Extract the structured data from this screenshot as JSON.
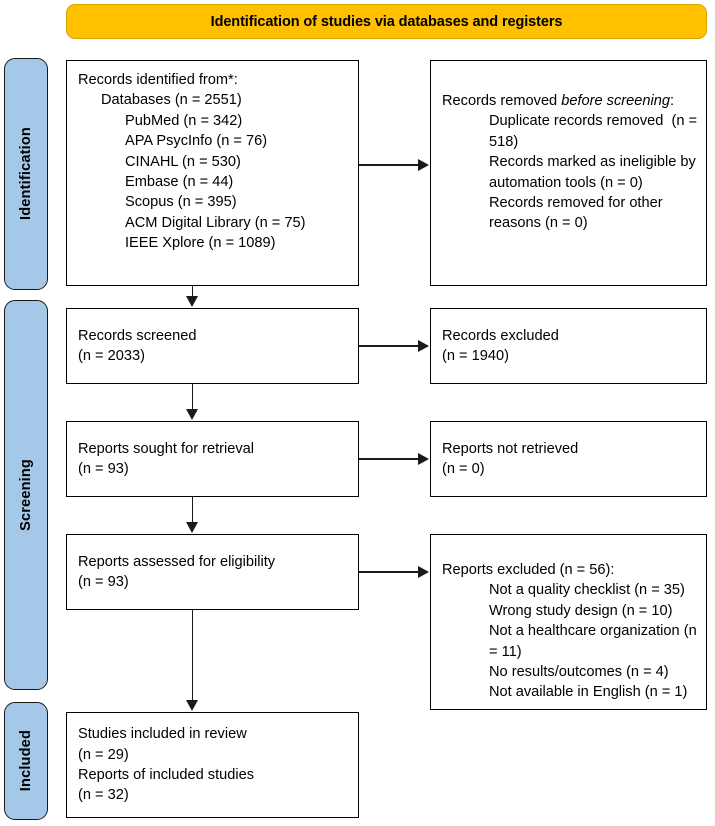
{
  "diagram": {
    "type": "prisma-flow-diagram",
    "title": "Identification of studies via databases and registers",
    "colors": {
      "banner": "#FFC000",
      "stage_label": "#A5C8E8",
      "box_border": "#000000",
      "connector": "#1A1A1A",
      "background": "#FFFFFF"
    }
  },
  "banner": {
    "label": "Identification of studies via databases and registers"
  },
  "stages": [
    {
      "key": "identification",
      "label": "Identification"
    },
    {
      "key": "screening",
      "label": "Screening"
    },
    {
      "key": "included",
      "label": "Included"
    }
  ],
  "boxes": {
    "identified": {
      "name": "records-identified",
      "lines": [
        {
          "text": "Records identified from*:",
          "indent": 0
        },
        {
          "text": "Databases (n = 2551)",
          "indent": 1
        },
        {
          "text": "PubMed (n = 342)",
          "indent": 2
        },
        {
          "text": "APA PsycInfo (n = 76)",
          "indent": 2
        },
        {
          "text": "CINAHL (n = 530)",
          "indent": 2
        },
        {
          "text": "Embase (n = 44)",
          "indent": 2
        },
        {
          "text": "Scopus (n = 395)",
          "indent": 2
        },
        {
          "text": "ACM Digital Library (n = 75)",
          "indent": 2
        },
        {
          "text": "IEEE Xplore (n = 1089)",
          "indent": 2
        }
      ]
    },
    "removed_before_screening": {
      "name": "records-removed-before-screening",
      "heading_plain": "Records removed ",
      "heading_italic": "before screening",
      "heading_tail": ":",
      "lines": [
        {
          "text": "Duplicate records removed  (n = 518)",
          "indent": 1
        },
        {
          "text": "Records marked as ineligible by automation tools (n = 0)",
          "indent": 1
        },
        {
          "text": "Records removed for other reasons (n = 0)",
          "indent": 1
        }
      ]
    },
    "screened": {
      "name": "records-screened",
      "lines": [
        {
          "text": "Records screened",
          "indent": 0
        },
        {
          "text": "(n = 2033)",
          "indent": 0
        }
      ]
    },
    "excluded_screened": {
      "name": "records-excluded",
      "lines": [
        {
          "text": "Records excluded",
          "indent": 0
        },
        {
          "text": "(n = 1940)",
          "indent": 0
        }
      ]
    },
    "sought": {
      "name": "reports-sought-for-retrieval",
      "lines": [
        {
          "text": "Reports sought for retrieval",
          "indent": 0
        },
        {
          "text": "(n = 93)",
          "indent": 0
        }
      ]
    },
    "not_retrieved": {
      "name": "reports-not-retrieved",
      "lines": [
        {
          "text": "Reports not retrieved",
          "indent": 0
        },
        {
          "text": "(n = 0)",
          "indent": 0
        }
      ]
    },
    "assessed": {
      "name": "reports-assessed-for-eligibility",
      "lines": [
        {
          "text": "Reports assessed for eligibility",
          "indent": 0
        },
        {
          "text": "(n = 93)",
          "indent": 0
        }
      ]
    },
    "excluded_eligibility": {
      "name": "reports-excluded",
      "lines": [
        {
          "text": "Reports excluded (n = 56):",
          "indent": 0
        },
        {
          "text": "Not a quality checklist (n = 35)",
          "indent": 1
        },
        {
          "text": "Wrong study design (n = 10)",
          "indent": 1
        },
        {
          "text": "Not a healthcare organization (n = 11)",
          "indent": 1
        },
        {
          "text": "No results/outcomes (n = 4)",
          "indent": 1
        },
        {
          "text": "Not available in English (n = 1)",
          "indent": 1
        }
      ]
    },
    "included": {
      "name": "studies-included-in-review",
      "lines": [
        {
          "text": "Studies included in review",
          "indent": 0
        },
        {
          "text": "(n = 29)",
          "indent": 0
        },
        {
          "text": "Reports of included studies",
          "indent": 0
        },
        {
          "text": "(n = 32)",
          "indent": 0
        }
      ]
    }
  },
  "counts": {
    "databases_total": 2551,
    "pubmed": 342,
    "apa_psycinfo": 76,
    "cinahl": 530,
    "embase": 44,
    "scopus": 395,
    "acm_digital_library": 75,
    "ieee_xplore": 1089,
    "duplicates_removed": 518,
    "ineligible_automation": 0,
    "removed_other": 0,
    "records_screened": 2033,
    "records_excluded": 1940,
    "reports_sought": 93,
    "reports_not_retrieved": 0,
    "reports_assessed": 93,
    "reports_excluded_total": 56,
    "not_quality_checklist": 35,
    "wrong_study_design": 10,
    "not_healthcare_org": 11,
    "no_results_outcomes": 4,
    "not_available_english": 1,
    "studies_included": 29,
    "reports_included": 32
  }
}
